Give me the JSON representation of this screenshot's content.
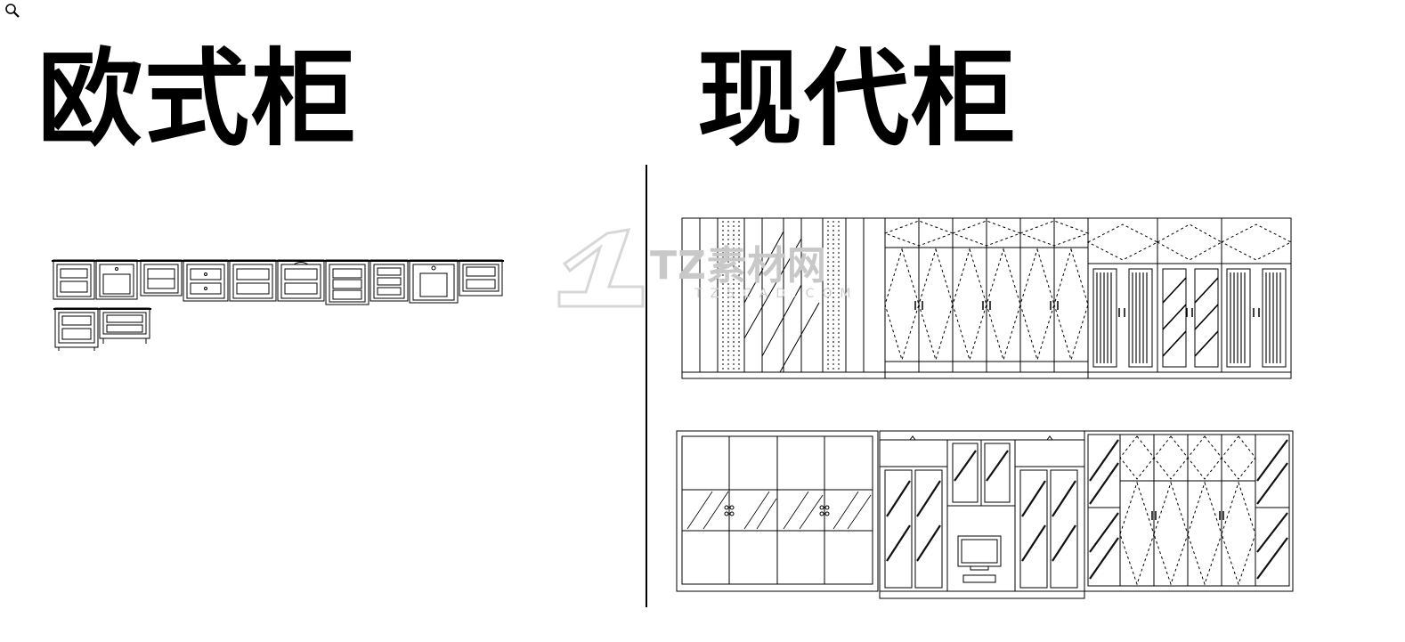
{
  "titles": {
    "left": "欧式柜",
    "right": "现代柜"
  },
  "watermark": {
    "brand": "TZ素材网",
    "site": "TZSCAD.COM"
  },
  "icons": {
    "zoom": "magnifier-icon"
  },
  "colors": {
    "ink": "#000000",
    "background": "#ffffff",
    "watermark": "#c8c8c8"
  }
}
